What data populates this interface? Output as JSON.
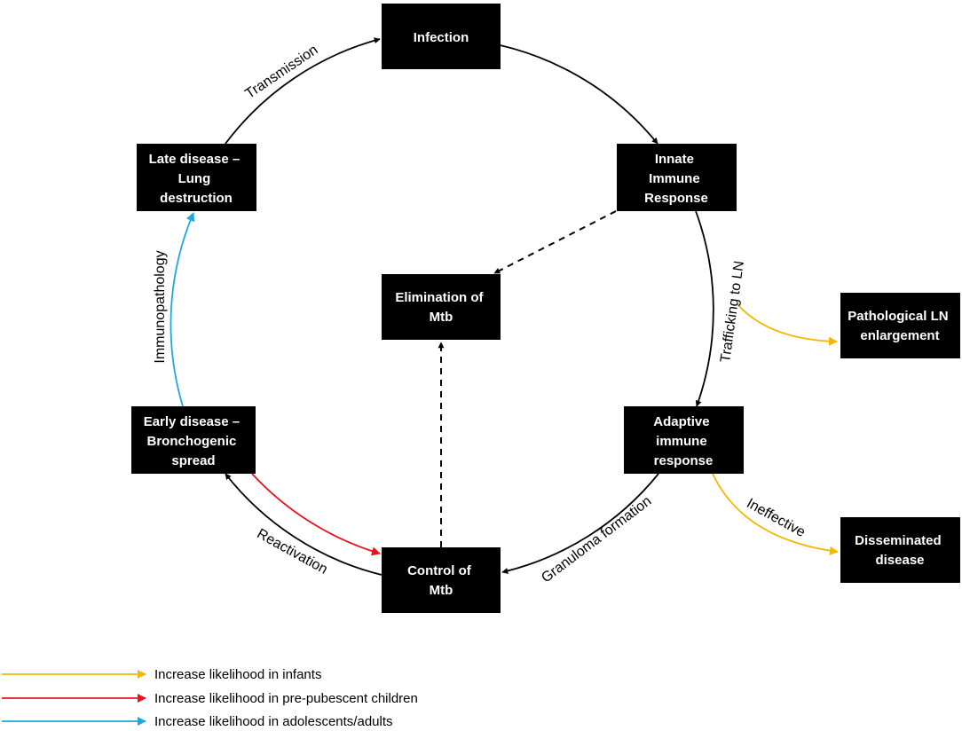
{
  "colors": {
    "infants": "#f5b800",
    "children": "#e8141c",
    "adults": "#1ea8e0",
    "default": "#000000"
  },
  "nodes": {
    "infection": [
      "Infection"
    ],
    "innate": [
      "Innate",
      "Immune",
      "Response"
    ],
    "adaptive": [
      "Adaptive",
      "immune",
      "response"
    ],
    "control": [
      "Control of",
      "Mtb"
    ],
    "early": [
      "Early disease –",
      "Bronchogenic",
      "spread"
    ],
    "late": [
      "Late disease –",
      "Lung",
      "destruction"
    ],
    "elimination": [
      "Elimination of",
      "Mtb"
    ],
    "pathological_ln": [
      "Pathological LN",
      "enlargement"
    ],
    "disseminated": [
      "Disseminated",
      "disease"
    ]
  },
  "edge_labels": {
    "transmission": "Transmission",
    "trafficking": "Trafficking to LN",
    "granuloma": "Granuloma formation",
    "reactivation": "Reactivation",
    "immunopathology": "Immunopathology",
    "ineffective": "Ineffective"
  },
  "legend": [
    {
      "color": "infants",
      "label": "Increase likelihood in infants"
    },
    {
      "color": "children",
      "label": "Increase likelihood in pre-pubescent children"
    },
    {
      "color": "adults",
      "label": "Increase likelihood in adolescents/adults"
    }
  ]
}
